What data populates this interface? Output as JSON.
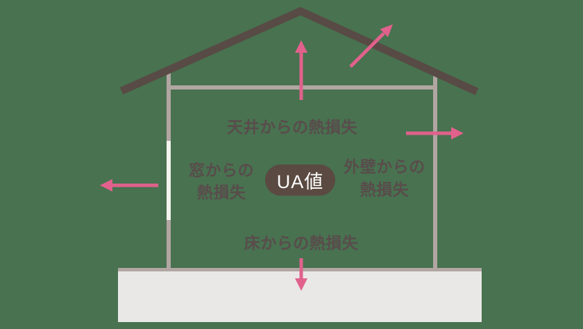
{
  "diagram": {
    "subject": "UA値",
    "labels": {
      "ceiling_heat_loss": "天井からの熱損失",
      "window_heat_loss_line1": "窓からの",
      "window_heat_loss_line2": "熱損失",
      "wall_heat_loss_line1": "外壁からの",
      "wall_heat_loss_line2": "熱損失",
      "floor_heat_loss": "床からの熱損失",
      "ua_badge": "UA値"
    },
    "icons": {
      "arrow_up": "heat escaping up through roof",
      "arrow_diagonal_up_right": "heat escaping through roof slope",
      "arrow_right": "heat escaping through right wall",
      "arrow_left": "heat escaping through window",
      "arrow_down": "heat escaping through floor"
    },
    "colors": {
      "background": "#487250",
      "roof": "#584a44",
      "wall": "#b1a6a2",
      "window": "#f4f3ef",
      "foundation": "#e9e8e7",
      "arrow": "#e1618c",
      "text": "#594c4b",
      "badge_bg": "#5a4a42",
      "badge_text": "#ffffff"
    }
  }
}
